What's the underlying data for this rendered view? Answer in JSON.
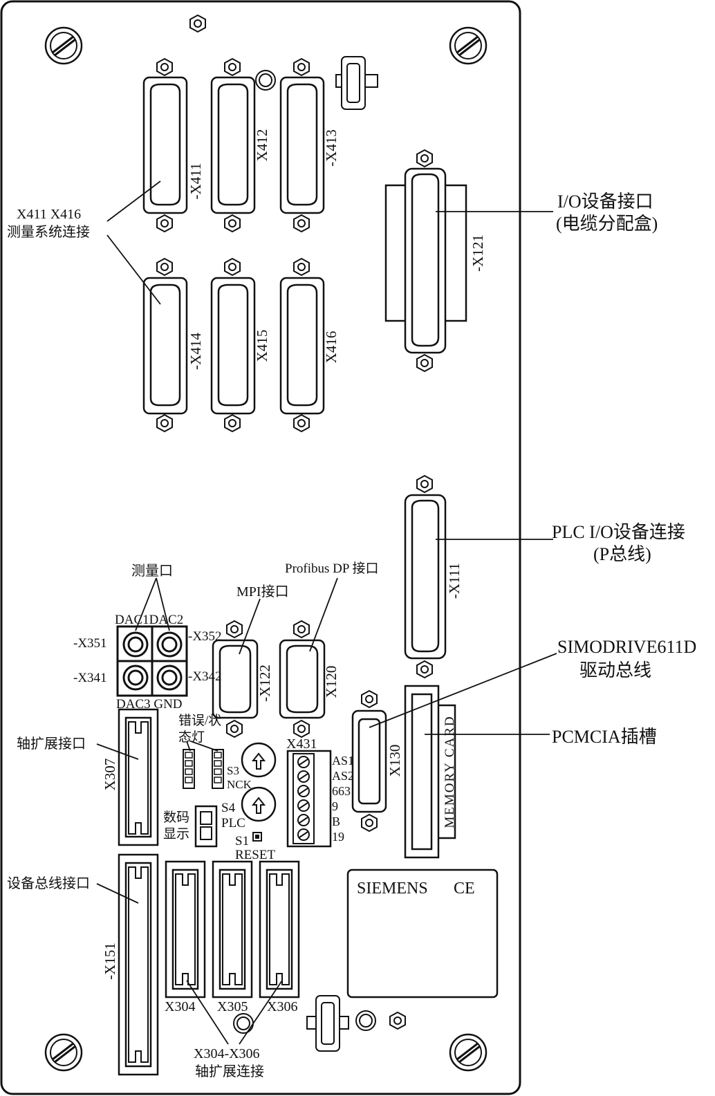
{
  "colors": {
    "ink": "#111111",
    "background": "#ffffff"
  },
  "brand": {
    "name": "SIEMENS",
    "mark": "CE"
  },
  "connectors": {
    "x411": "X411",
    "x412": "X412",
    "x413": "X413",
    "x414": "-X414",
    "x415": "X415",
    "x416": "X416",
    "x411dash": "-X411",
    "x413dash": "-X413",
    "x121": "-X121",
    "x111": "-X111",
    "x122": "-X122",
    "x120": "X120",
    "x130": "X130",
    "x351": "-X351",
    "x352": "-X352",
    "x341": "-X341",
    "x342": "-X342",
    "x307": "X307",
    "x151": "-X151",
    "x304": "X304",
    "x305": "X305",
    "x306": "X306",
    "x431": "X431"
  },
  "callouts": {
    "measure_system": [
      "X411  X416",
      "测量系统连接"
    ],
    "io_device": [
      "I/O设备接口",
      "(电缆分配盒)"
    ],
    "plc_io": [
      "PLC I/O设备连接",
      "(P总线)"
    ],
    "simodrive": [
      "SIMODRIVE611D",
      "驱动总线"
    ],
    "pcmcia": "PCMCIA插槽",
    "measure_port": "测量口",
    "mpi": "MPI接口",
    "profibus": "Profibus DP 接口",
    "axis_ext": "轴扩展接口",
    "device_bus": "设备总线接口",
    "axis_ext_conn": [
      "X304-X306",
      "轴扩展连接"
    ],
    "error_led": [
      "错误/状",
      "态灯"
    ],
    "digit_display": [
      "数码",
      "显示"
    ]
  },
  "panel_labels": {
    "dac1dac2": "DAC1DAC2",
    "dac3gnd": "DAC3 GND",
    "s3": "S3",
    "nck": "NCK",
    "s4": "S4",
    "plc": "PLC",
    "s1": "S1",
    "reset": "RESET",
    "terminals": [
      "AS1",
      "AS2",
      "663",
      "9",
      "B",
      "19"
    ],
    "memory_card": "MEMORY CARD"
  }
}
